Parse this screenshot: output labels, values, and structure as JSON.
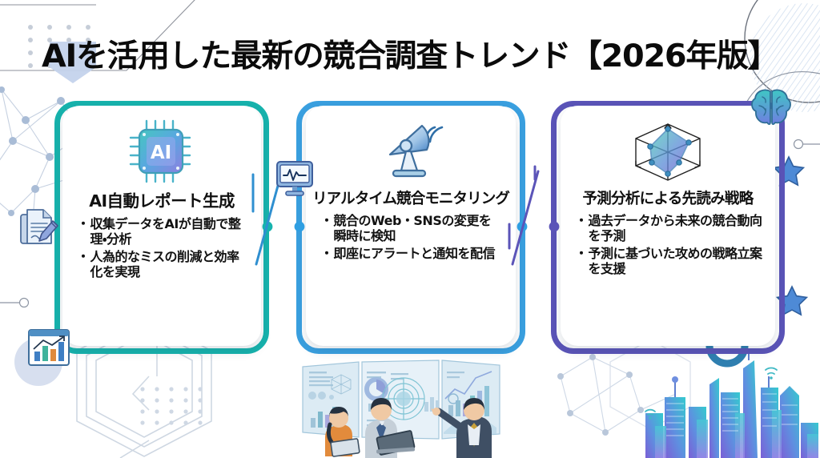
{
  "header": {
    "title": "AIを活用した最新の競合調査トレンド【2026年版】"
  },
  "colors": {
    "card1_accent": "#17b3ad",
    "card2_accent": "#3aa0e0",
    "card3_accent": "#5b54b8",
    "title_text": "#0b0b0b",
    "body_text": "#121212",
    "background": "#ffffff",
    "star": "#3f7fd4",
    "brain": "#3fb9c4"
  },
  "cards": [
    {
      "id": "card-ai-report",
      "icon": "ai-chip-icon",
      "title": "AI自動レポート生成",
      "bullets": [
        "収集データをAIが自動で整理・分析",
        "人為的なミスの削減と効率化を実現"
      ]
    },
    {
      "id": "card-realtime-monitoring",
      "icon": "satellite-dish-icon",
      "title": "リアルタイム競合モニタリング",
      "bullets": [
        "競合のWeb・SNSの変更を瞬時に検知",
        "即座にアラートと通知を配信"
      ]
    },
    {
      "id": "card-predictive-strategy",
      "icon": "radar-chart-icon",
      "title": "予測分析による先読み戦略",
      "bullets": [
        "過去データから未来の競合動向を予測",
        "予測に基づいた攻めの戦略立案を支援"
      ]
    }
  ],
  "bullet_marker": "・",
  "decorations": {
    "side_icons": [
      {
        "name": "document-pen-icon",
        "attached_to": "card-ai-report"
      },
      {
        "name": "bar-chart-window-icon",
        "attached_to": "card-ai-report"
      },
      {
        "name": "monitor-pulse-icon",
        "attached_to": "card-realtime-monitoring"
      },
      {
        "name": "brain-icon",
        "attached_to": "card-predictive-strategy"
      }
    ],
    "shapes": [
      "dot-grid-top-left",
      "pentagon-shield-top-left",
      "network-nodes-left",
      "hexagon-outlines-bottom-left",
      "dot-grid-bottom-left",
      "circle-outline-top-right",
      "diagonal-hatch-top-right",
      "star-right-upper",
      "star-right-lower",
      "city-skyline-bottom-right",
      "wifi-icon-skyline-left",
      "wifi-icon-skyline-right"
    ],
    "illustration": "team-dashboard-illustration"
  }
}
